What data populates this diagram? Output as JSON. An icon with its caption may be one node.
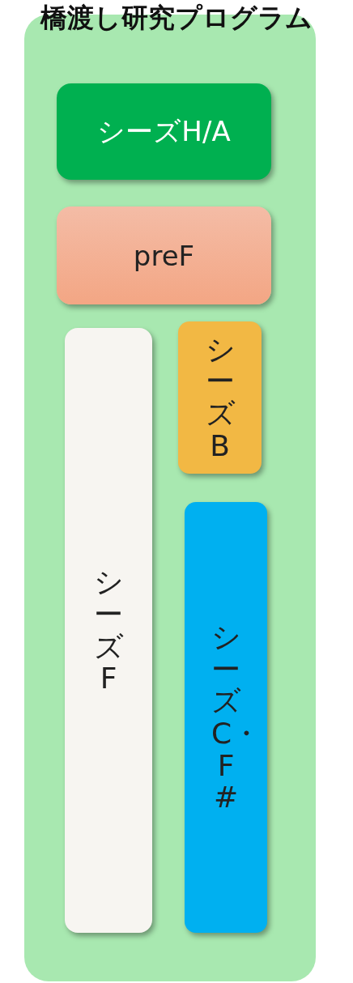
{
  "diagram": {
    "nodes": [
      {
        "text": [
          "橋渡し研究プログラム"
        ]
      },
      {
        "text": [
          "シーズH/A"
        ],
        "in": 0
      },
      {
        "text": [
          "preF"
        ],
        "in": 0
      },
      {
        "text": [
          "シーズF"
        ],
        "in": 0
      },
      {
        "text": [
          "シーズB"
        ],
        "in": 0
      },
      {
        "text": [
          "シーズC・F#"
        ],
        "in": 0
      }
    ]
  }
}
